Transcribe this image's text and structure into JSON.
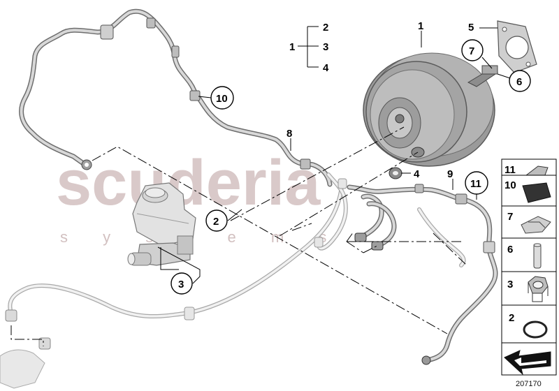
{
  "watermark": {
    "main": "scuderia",
    "sub": "s y s t e m s"
  },
  "callouts": {
    "c1": "1",
    "c2": "2",
    "c3": "3",
    "c4": "4",
    "c5": "5",
    "c6": "6",
    "c7": "7",
    "c8": "8",
    "c9": "9",
    "c10": "10",
    "c11": "11",
    "c2b": "2",
    "c3b": "3",
    "c11b": "11"
  },
  "bracket": {
    "left": "1",
    "top": "2",
    "mid": "3",
    "bottom": "4"
  },
  "legend": {
    "items": [
      {
        "num": "11",
        "icon": "clip-holder-icon"
      },
      {
        "num": "10",
        "icon": "foam-pad-icon"
      },
      {
        "num": "7",
        "icon": "spring-clip-icon"
      },
      {
        "num": "6",
        "icon": "pin-icon"
      },
      {
        "num": "3",
        "icon": "hex-nut-icon"
      },
      {
        "num": "2",
        "icon": "o-ring-icon"
      },
      {
        "num": "",
        "icon": "arrow-icon"
      }
    ]
  },
  "diagram_id": "207170",
  "colors": {
    "part_grey": "#8c8c8c",
    "watermark": "#d9c9c9",
    "outline": "#000000"
  }
}
